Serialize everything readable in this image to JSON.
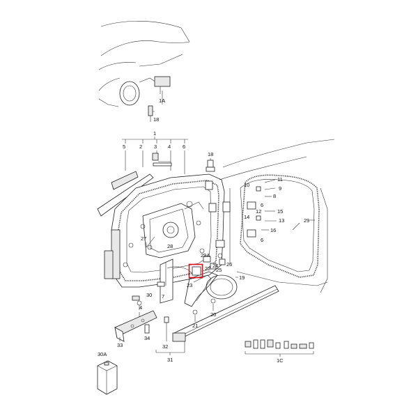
{
  "callouts": {
    "c1": "1",
    "c1A": "1A",
    "c1C": "1C",
    "c2": "2",
    "c3": "3",
    "c4": "4",
    "c5": "5",
    "c6": "6",
    "c7": "7",
    "c8": "8",
    "c9": "9",
    "c10": "10",
    "c11": "11",
    "c12": "12",
    "c13": "13",
    "c14": "14",
    "c15": "15",
    "c16": "16",
    "c18a": "18",
    "c18b": "18",
    "c19": "19",
    "c20": "20",
    "c21": "21",
    "c22": "22",
    "c23": "23",
    "c24": "24",
    "c25": "25",
    "c26": "26",
    "c27": "27",
    "c28": "28",
    "c29": "29",
    "c29A": "29A",
    "c30": "30",
    "c30A": "30A",
    "c31": "31",
    "c32": "32",
    "c33": "33",
    "c34": "34"
  },
  "colors": {
    "highlight": "#e0101a",
    "line": "#222222"
  }
}
